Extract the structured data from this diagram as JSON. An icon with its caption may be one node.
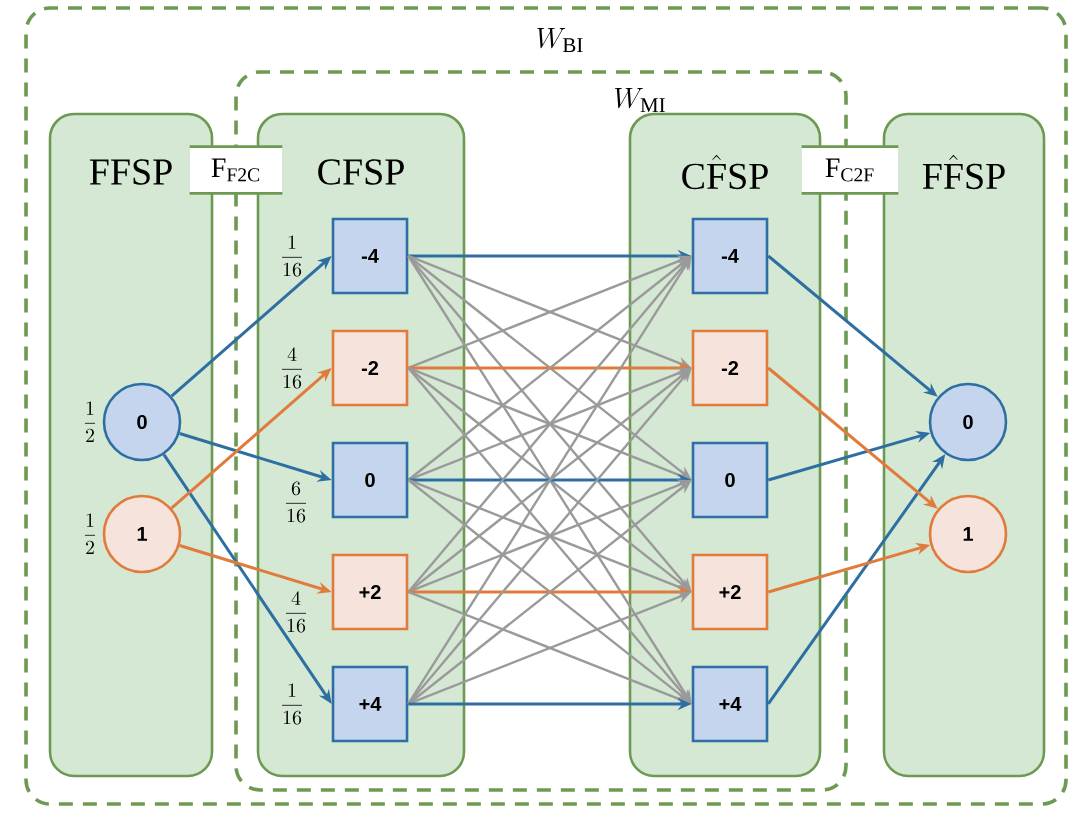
{
  "diagram": {
    "nodes": [
      {
        "text": [
          "W_{\\mathrm{BI}}"
        ]
      },
      {
        "text": [
          "W_{\\mathrm{MI}}"
        ],
        "in": 0
      },
      {
        "text": [
          "FFSP"
        ],
        "in": 0
      },
      {
        "text": [
          "CFSP"
        ],
        "in": 1
      },
      {
        "text": [
          "\\mathrm{C}\\hat{\\mathrm{F}}\\mathrm{SP}"
        ],
        "in": 1
      },
      {
        "text": [
          "\\mathrm{F}\\hat{\\mathrm{F}}\\mathrm{SP}"
        ],
        "in": 0
      },
      {
        "text": [
          "\\mathrm{F}_{\\mathrm{F2C}}"
        ],
        "in": 0
      },
      {
        "text": [
          "\\mathrm{F}_{\\mathrm{C2F}}"
        ],
        "in": 0
      },
      {
        "text": [
          "0"
        ],
        "in": 2,
        "beside": [
          "\\frac{1}{2}"
        ]
      },
      {
        "text": [
          "1"
        ],
        "in": 2,
        "beside": [
          "\\frac{1}{2}"
        ]
      },
      {
        "text": [
          "-4"
        ],
        "in": 3,
        "beside": [
          "\\frac{1}{16}"
        ]
      },
      {
        "text": [
          "-2"
        ],
        "in": 3,
        "beside": [
          "\\frac{4}{16}"
        ]
      },
      {
        "text": [
          "0"
        ],
        "in": 3,
        "beside": [
          "\\frac{6}{16}"
        ]
      },
      {
        "text": [
          "+2"
        ],
        "in": 3,
        "beside": [
          "\\frac{4}{16}"
        ]
      },
      {
        "text": [
          "+4"
        ],
        "in": 3,
        "beside": [
          "\\frac{1}{16}"
        ]
      },
      {
        "text": [
          "-4"
        ],
        "in": 4
      },
      {
        "text": [
          "-2"
        ],
        "in": 4
      },
      {
        "text": [
          "0"
        ],
        "in": 4
      },
      {
        "text": [
          "+2"
        ],
        "in": 4
      },
      {
        "text": [
          "+4"
        ],
        "in": 4
      },
      {
        "text": [
          "0"
        ],
        "in": 5
      },
      {
        "text": [
          "1"
        ],
        "in": 5
      }
    ],
    "edges": [
      {
        "from": 8,
        "to": 10,
        "arrow": "to",
        "color": "#2e6fa3"
      },
      {
        "from": 8,
        "to": 12,
        "arrow": "to",
        "color": "#2e6fa3"
      },
      {
        "from": 8,
        "to": 14,
        "arrow": "to",
        "color": "#2e6fa3"
      },
      {
        "from": 9,
        "to": 11,
        "arrow": "to",
        "color": "#e07b3c"
      },
      {
        "from": 9,
        "to": 13,
        "arrow": "to",
        "color": "#e07b3c"
      },
      {
        "from": 10,
        "to": 15,
        "arrow": "to",
        "color": "#2e6fa3"
      },
      {
        "from": 10,
        "to": 16,
        "arrow": "to"
      },
      {
        "from": 10,
        "to": 17,
        "arrow": "to"
      },
      {
        "from": 10,
        "to": 18,
        "arrow": "to"
      },
      {
        "from": 10,
        "to": 19,
        "arrow": "to"
      },
      {
        "from": 11,
        "to": 15,
        "arrow": "to"
      },
      {
        "from": 11,
        "to": 16,
        "arrow": "to",
        "color": "#e07b3c"
      },
      {
        "from": 11,
        "to": 17,
        "arrow": "to"
      },
      {
        "from": 11,
        "to": 18,
        "arrow": "to"
      },
      {
        "from": 11,
        "to": 19,
        "arrow": "to"
      },
      {
        "from": 12,
        "to": 15,
        "arrow": "to"
      },
      {
        "from": 12,
        "to": 16,
        "arrow": "to"
      },
      {
        "from": 12,
        "to": 17,
        "arrow": "to",
        "color": "#2e6fa3"
      },
      {
        "from": 12,
        "to": 18,
        "arrow": "to"
      },
      {
        "from": 12,
        "to": 19,
        "arrow": "to"
      },
      {
        "from": 13,
        "to": 15,
        "arrow": "to"
      },
      {
        "from": 13,
        "to": 16,
        "arrow": "to"
      },
      {
        "from": 13,
        "to": 17,
        "arrow": "to"
      },
      {
        "from": 13,
        "to": 18,
        "arrow": "to",
        "color": "#e07b3c"
      },
      {
        "from": 13,
        "to": 19,
        "arrow": "to"
      },
      {
        "from": 14,
        "to": 15,
        "arrow": "to"
      },
      {
        "from": 14,
        "to": 16,
        "arrow": "to"
      },
      {
        "from": 14,
        "to": 17,
        "arrow": "to"
      },
      {
        "from": 14,
        "to": 18,
        "arrow": "to"
      },
      {
        "from": 14,
        "to": 19,
        "arrow": "to",
        "color": "#2e6fa3"
      },
      {
        "from": 15,
        "to": 20,
        "arrow": "to",
        "color": "#2e6fa3"
      },
      {
        "from": 17,
        "to": 20,
        "arrow": "to",
        "color": "#2e6fa3"
      },
      {
        "from": 19,
        "to": 20,
        "arrow": "to",
        "color": "#2e6fa3"
      },
      {
        "from": 16,
        "to": 21,
        "arrow": "to",
        "color": "#e07b3c"
      },
      {
        "from": 18,
        "to": 21,
        "arrow": "to",
        "color": "#e07b3c"
      }
    ]
  }
}
